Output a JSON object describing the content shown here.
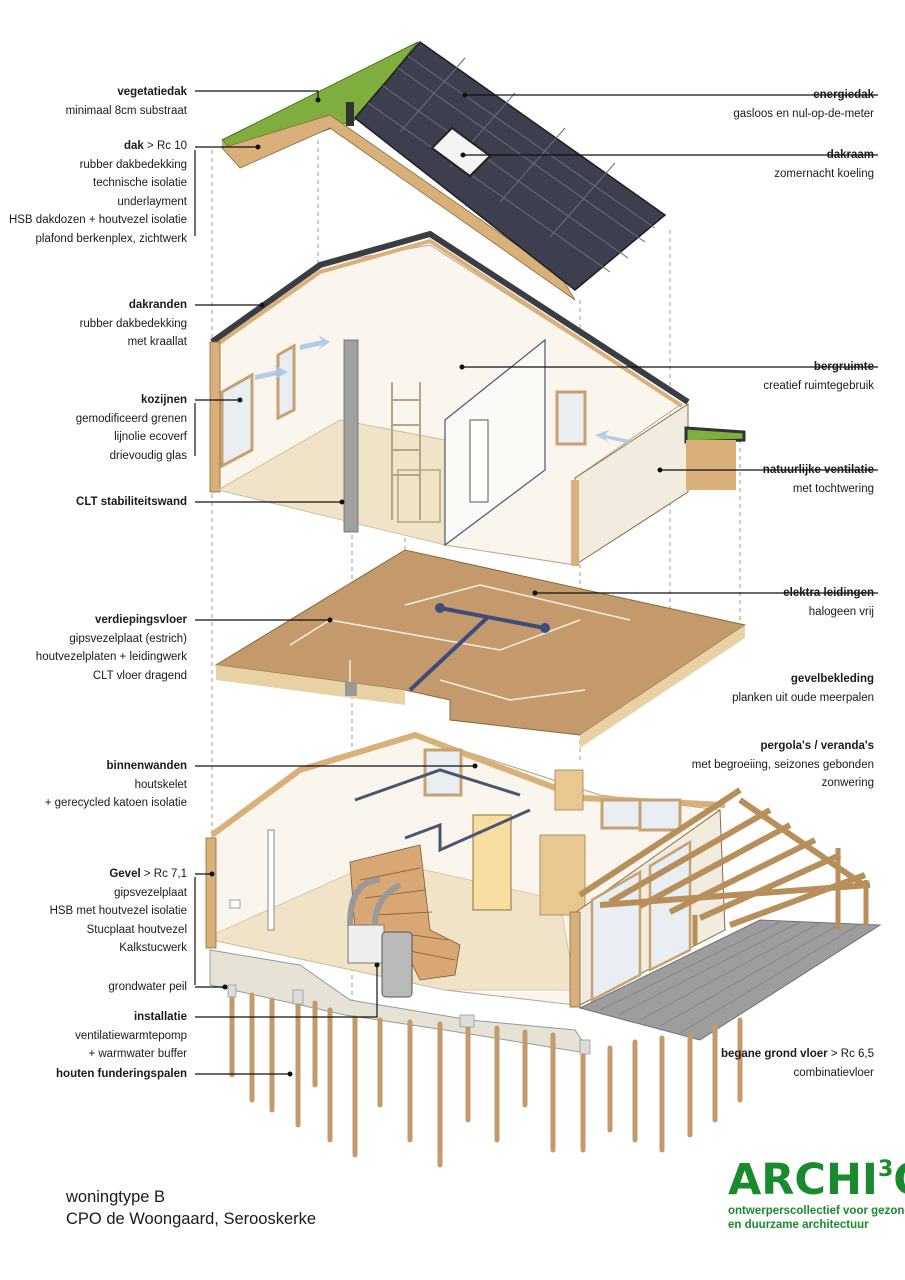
{
  "colors": {
    "brand": "#1a8a2e",
    "wood": "#d9b07a",
    "floor": "#c49a6c",
    "solar": "#3d3f4f",
    "green_roof": "#7fae3f"
  },
  "labels_left": [
    {
      "id": "vegetatiedak",
      "title": "vegetatiedak",
      "title_suffix": "",
      "lines": [
        "minimaal 8cm substraat"
      ]
    },
    {
      "id": "dak",
      "title": "dak",
      "title_suffix": " > Rc 10",
      "lines": [
        "rubber dakbedekking",
        "technische isolatie",
        "underlayment",
        "HSB dakdozen + houtvezel isolatie",
        "plafond berkenplex, zichtwerk"
      ]
    },
    {
      "id": "dakranden",
      "title": "dakranden",
      "title_suffix": "",
      "lines": [
        "rubber dakbedekking",
        "met kraallat"
      ]
    },
    {
      "id": "kozijnen",
      "title": "kozijnen",
      "title_suffix": "",
      "lines": [
        "gemodificeerd grenen",
        "lijnolie ecoverf",
        "drievoudig glas"
      ]
    },
    {
      "id": "clt",
      "title": "CLT stabiliteitswand",
      "title_suffix": "",
      "lines": []
    },
    {
      "id": "verdiepingsvloer",
      "title": "verdiepingsvloer",
      "title_suffix": "",
      "lines": [
        "gipsvezelplaat (estrich)",
        "houtvezelplaten + leidingwerk",
        "CLT vloer dragend"
      ]
    },
    {
      "id": "binnenwanden",
      "title": "binnenwanden",
      "title_suffix": "",
      "lines": [
        "houtskelet",
        "+ gerecycled katoen isolatie"
      ]
    },
    {
      "id": "gevel",
      "title": "Gevel",
      "title_suffix": " > Rc 7,1",
      "lines": [
        "gipsvezelplaat",
        "HSB met houtvezel isolatie",
        "Stucplaat houtvezel",
        "Kalkstucwerk"
      ]
    },
    {
      "id": "grondwater",
      "title": "",
      "title_suffix": "",
      "lines": [
        "grondwater peil"
      ]
    },
    {
      "id": "installatie",
      "title": "installatie",
      "title_suffix": "",
      "lines": [
        "ventilatiewarmtepomp",
        "+ warmwater buffer"
      ]
    },
    {
      "id": "funderingspalen",
      "title": "houten funderingspalen",
      "title_suffix": "",
      "lines": []
    }
  ],
  "labels_right": [
    {
      "id": "energiedak",
      "title": "energiedak",
      "title_suffix": "",
      "lines": [
        "gasloos en nul-op-de-meter"
      ]
    },
    {
      "id": "dakraam",
      "title": "dakraam",
      "title_suffix": "",
      "lines": [
        "zomernacht koeling"
      ]
    },
    {
      "id": "bergruimte",
      "title": "bergruimte",
      "title_suffix": "",
      "lines": [
        "creatief ruimtegebruik"
      ]
    },
    {
      "id": "ventilatie",
      "title": "natuurlijke ventilatie",
      "title_suffix": "",
      "lines": [
        "met tochtwering"
      ]
    },
    {
      "id": "elektra",
      "title": "elektra leidingen",
      "title_suffix": "",
      "lines": [
        "halogeen vrij"
      ]
    },
    {
      "id": "gevelbekleding",
      "title": "gevelbekleding",
      "title_suffix": "",
      "lines": [
        "planken uit oude meerpalen"
      ]
    },
    {
      "id": "pergola",
      "title": "pergola's / veranda's",
      "title_suffix": "",
      "lines": [
        "met begroeiing, seizones gebonden",
        "zonwering"
      ]
    },
    {
      "id": "begane_grond",
      "title": "begane grond vloer",
      "title_suffix": " > Rc 6,5",
      "lines": [
        "combinatievloer"
      ]
    }
  ],
  "footer": {
    "line1": "woningtype B",
    "line2": "CPO de Woongaard, Serooskerke"
  },
  "brand": {
    "logo_main": "ARCHI",
    "logo_sup": "3",
    "logo_end": "O",
    "tagline1": "ontwerperscollectief voor gezonde",
    "tagline2": "en duurzame architectuur"
  }
}
